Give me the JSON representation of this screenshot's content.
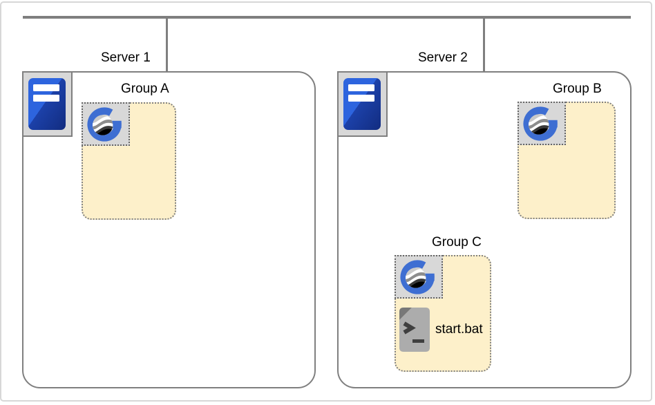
{
  "servers": [
    {
      "label": "Server 1",
      "icon": "server-icon",
      "groups": [
        {
          "label": "Group A",
          "icon": "genexus-logo-icon",
          "items": []
        }
      ]
    },
    {
      "label": "Server 2",
      "icon": "server-icon",
      "groups": [
        {
          "label": "Group B",
          "icon": "genexus-logo-icon",
          "items": []
        },
        {
          "label": "Group C",
          "icon": "genexus-logo-icon",
          "items": [
            {
              "label": "start.bat",
              "icon": "batch-file-icon"
            }
          ]
        }
      ]
    }
  ],
  "colors": {
    "line_gray": "#7f7f7f",
    "group_fill": "#fdf0ca",
    "tile_fill": "#d8d8d8",
    "server_blue_light": "#2d64de",
    "server_blue_dark": "#122c80",
    "logo_blue": "#3e6ed2",
    "document_gray": "#acacac",
    "canvas_border": "#d7d7d7",
    "text": "#000000"
  }
}
